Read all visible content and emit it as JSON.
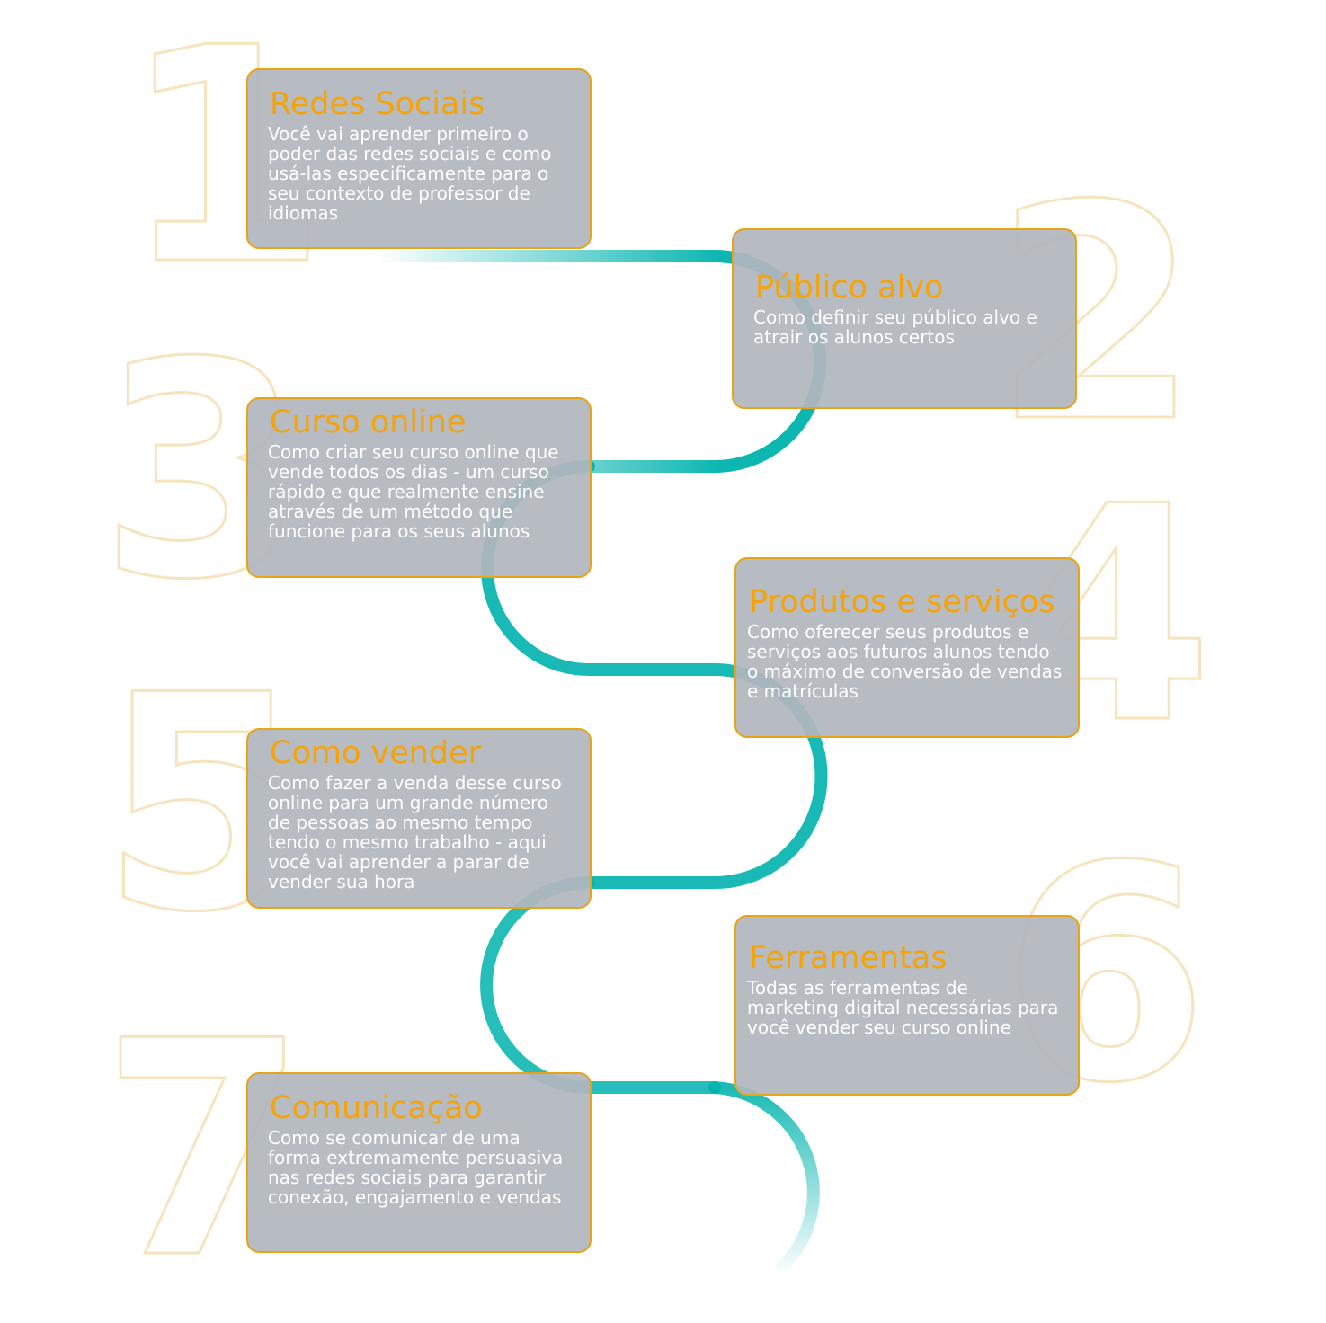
{
  "numbers": [
    "1",
    "2",
    "3",
    "4",
    "5",
    "6",
    "7"
  ],
  "steps": [
    {
      "title": "Redes Sociais",
      "description": "Você vai aprender primeiro o poder das redes sociais e como usá-las especificamente para o seu contexto de professor de idiomas"
    },
    {
      "title": "Público alvo",
      "description": "Como definir seu público alvo e atrair os alunos certos"
    },
    {
      "title": "Curso online",
      "description": "Como criar seu curso online que vende todos os dias - um curso rápido e que realmente ensine através de um método que funcione para os seus alunos"
    },
    {
      "title": "Produtos e serviços",
      "description": "Como oferecer seus produtos e serviços aos futuros alunos tendo o máximo de conversão de vendas e matrículas"
    },
    {
      "title": "Como vender",
      "description": "Como fazer a venda desse curso online para um grande número de pessoas ao mesmo tempo tendo o mesmo trabalho - aqui você vai aprender a parar de vender sua hora"
    },
    {
      "title": "Ferramentas",
      "description": "Todas as ferramentas de marketing digital necessárias para você vender seu curso online"
    },
    {
      "title": "Comunicação",
      "description": "Como se comunicar de uma forma extremamente persuasiva nas redes sociais para garantir conexão, engajamento e vendas"
    }
  ],
  "colors": {
    "accent": "#f5a30a",
    "card_border": "#e8a317",
    "card_fill": "#b2b6bd",
    "path": "#00b3ad",
    "number_outline": "#eac46e"
  }
}
